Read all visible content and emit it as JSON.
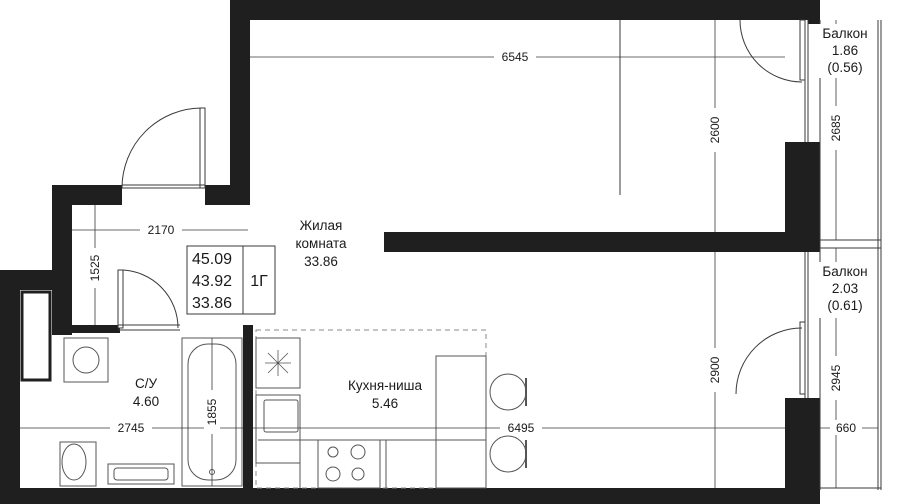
{
  "rooms": {
    "living": {
      "name_line1": "Жилая",
      "name_line2": "комната",
      "area": "33.86"
    },
    "bathroom": {
      "name": "С/У",
      "area": "4.60"
    },
    "kitchen": {
      "name": "Кухня-ниша",
      "area": "5.46"
    },
    "balcony_top": {
      "name": "Балкон",
      "area": "1.86",
      "area_reduced": "(0.56)"
    },
    "balcony_bottom": {
      "name": "Балкон",
      "area": "2.03",
      "area_reduced": "(0.61)"
    }
  },
  "summary": {
    "total_area": "45.09",
    "living_total": "43.92",
    "living_area": "33.86",
    "apartment_type": "1Г"
  },
  "dimensions": {
    "top_width": "6545",
    "hall_width": "2170",
    "hall_depth": "1525",
    "room_depth_top": "2600",
    "room_depth_bottom": "2900",
    "balcony_top_depth": "2685",
    "balcony_bottom_depth": "2945",
    "balcony_width": "660",
    "bath_width": "2745",
    "bath_depth": "1855",
    "kitchen_width": "6495"
  },
  "colors": {
    "wall": "#1f1f1f",
    "line": "#3a3a3a",
    "fixture": "#555555"
  }
}
